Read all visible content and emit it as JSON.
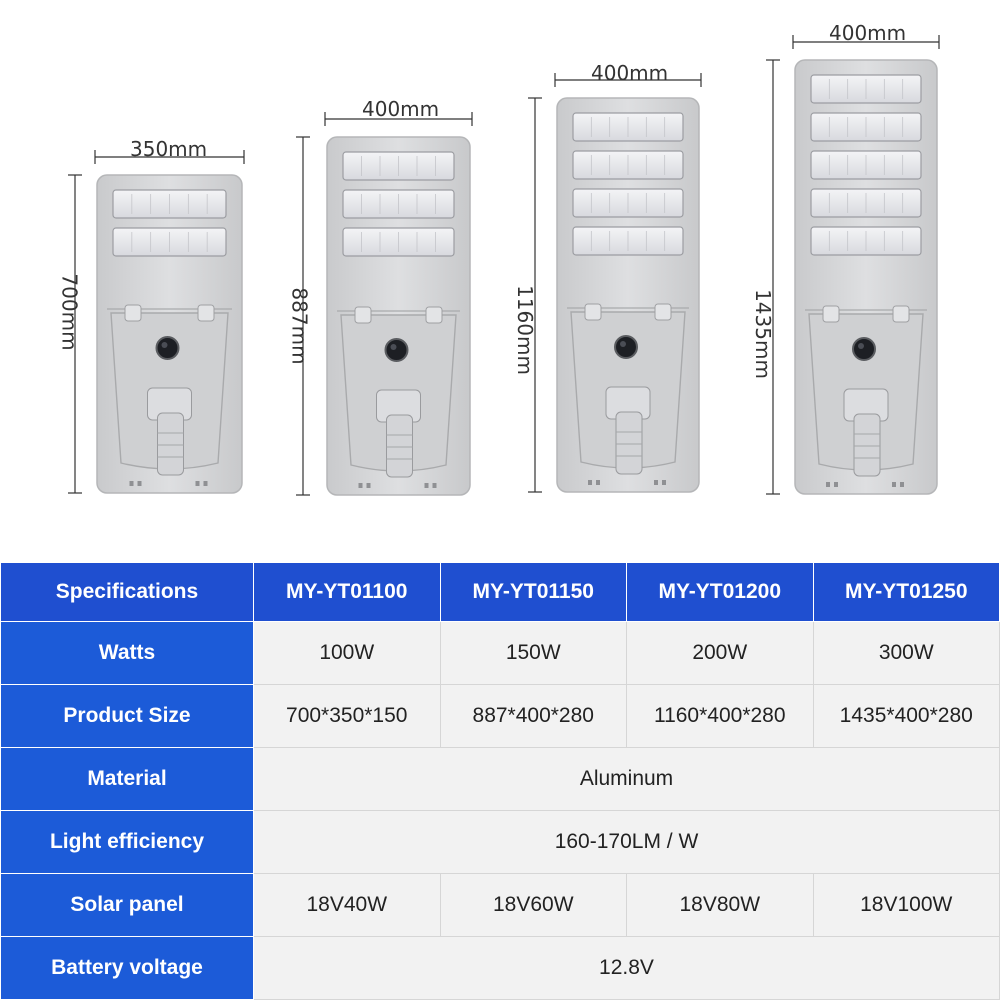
{
  "products": [
    {
      "width_label": "350mm",
      "height_label": "700mm",
      "panels": 2
    },
    {
      "width_label": "400mm",
      "height_label": "887mm",
      "panels": 3
    },
    {
      "width_label": "400mm",
      "height_label": "1160mm",
      "panels": 4
    },
    {
      "width_label": "400mm",
      "height_label": "1435mm",
      "panels": 5
    }
  ],
  "table": {
    "header": {
      "label": "Specifications",
      "models": [
        "MY-YT01100",
        "MY-YT01150",
        "MY-YT01200",
        "MY-YT01250"
      ]
    },
    "rows": [
      {
        "label": "Watts",
        "values": [
          "100W",
          "150W",
          "200W",
          "300W"
        ]
      },
      {
        "label": "Product Size",
        "values": [
          "700*350*150",
          "887*400*280",
          "1160*400*280",
          "1435*400*280"
        ]
      },
      {
        "label": "Material",
        "merged": "Aluminum"
      },
      {
        "label": "Light efficiency",
        "merged": "160-170LM / W"
      },
      {
        "label": "Solar panel",
        "values": [
          "18V40W",
          "18V60W",
          "18V80W",
          "18V100W"
        ]
      },
      {
        "label": "Battery voltage",
        "merged": "12.8V"
      }
    ]
  },
  "colors": {
    "header_blue": "#1c5bd8",
    "cell_gray": "#f2f2f2",
    "lamp_body": "#d9dadc"
  }
}
